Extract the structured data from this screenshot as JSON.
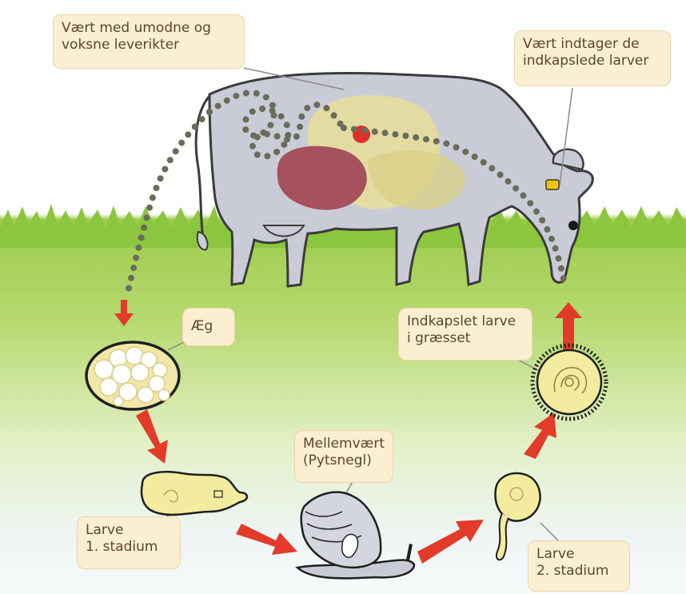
{
  "labels": {
    "host_adult": {
      "line1": "Vært med umodne og",
      "line2": "voksne leverikter"
    },
    "host_ingests": {
      "line1": "Vært indtager de",
      "line2": "indkapslede larver"
    },
    "egg": "Æg",
    "encysted": {
      "line1": "Indkapslet larve",
      "line2": "i græsset"
    },
    "intermediate": {
      "line1": "Mellemvært",
      "line2": "(Pytsnegl)"
    },
    "larva1": {
      "line1": "Larve",
      "line2": "1. stadium"
    },
    "larva2": {
      "line1": "Larve",
      "line2": "2. stadium"
    }
  },
  "colors": {
    "grass": "#8cc63f",
    "cow": "#c9ccd6",
    "cow_outline": "#3b3b3b",
    "liver": "#a5525e",
    "organ": "#e5dd9b",
    "arrow": "#e23b2a",
    "dots": "#6b6b5a",
    "callout_bg": "#fbefd2",
    "larva": "#f3ec9e",
    "snail": "#c8cbd6"
  }
}
